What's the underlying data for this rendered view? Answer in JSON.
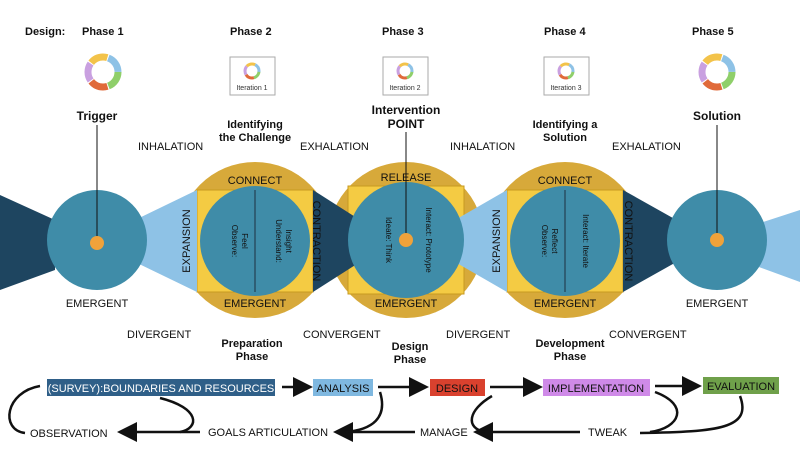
{
  "header": {
    "design_label": "Design:",
    "phases": [
      "Phase 1",
      "Phase 2",
      "Phase 3",
      "Phase 4",
      "Phase 5"
    ],
    "iterations": [
      "Iteration 1",
      "Iteration 2",
      "Iteration 3"
    ]
  },
  "titles": {
    "trigger": "Trigger",
    "identifying_challenge_1": "Identifying",
    "identifying_challenge_2": "the Challenge",
    "intervention_1": "Intervention",
    "intervention_2": "POINT",
    "identifying_solution_1": "Identifying a",
    "identifying_solution_2": "Solution",
    "solution": "Solution"
  },
  "breath": {
    "inhalation": "INHALATION",
    "exhalation": "EXHALATION"
  },
  "labels": {
    "connect": "CONNECT",
    "release": "RELEASE",
    "emergent": "EMERGENT",
    "expansion": "EXPANSION",
    "contraction": "CONTRACTION",
    "divergent": "DIVERGENT",
    "convergent": "CONVERGENT"
  },
  "inner": {
    "observe_feel": [
      "Observe:",
      "Feel"
    ],
    "understand_insight": [
      "Understand:",
      "Insight"
    ],
    "ideate_think": [
      "Ideate: Think"
    ],
    "interact_prototype": [
      "Interact: Prototype"
    ],
    "observe_reflect": [
      "Observe:",
      "Reflect"
    ],
    "interact_iterate": [
      "Interact: Iterate"
    ]
  },
  "phase_names": {
    "preparation_1": "Preparation",
    "preparation_2": "Phase",
    "design_1": "Design",
    "design_2": "Phase",
    "development_1": "Development",
    "development_2": "Phase"
  },
  "flow": {
    "survey": "(SURVEY):BOUNDARIES AND RESOURCES",
    "analysis": "ANALYSIS",
    "design": "DESIGN",
    "implementation": "IMPLEMENTATION",
    "evaluation": "EVALUATION",
    "observation": "OBSERVATION",
    "goals": "GOALS ARTICULATION",
    "manage": "MANAGE",
    "tweak": "TWEAK"
  },
  "colors": {
    "teal": "#3f8ca8",
    "navy": "#1e4560",
    "light_blue": "#8ec2e6",
    "gold": "#d7a93a",
    "yellow": "#f4cb43",
    "orange": "#f0a23a",
    "analysis_bg": "#7fb8e0",
    "design_bg": "#d9412e",
    "implementation_bg": "#cf8ae8",
    "evaluation_bg": "#6fa04a",
    "survey_bg": "#2f5f88"
  }
}
